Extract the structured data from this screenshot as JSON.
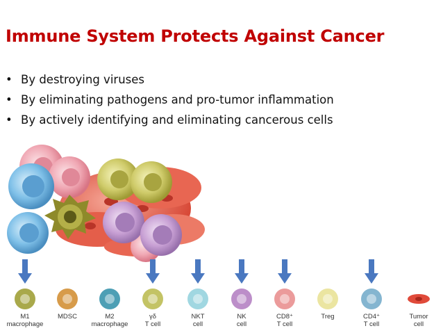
{
  "slide": {
    "title": "Immune System Protects Against Cancer",
    "bullets": [
      "By destroying viruses",
      "By eliminating pathogens and pro-tumor inflammation",
      "By actively identifying and eliminating cancerous cells"
    ]
  },
  "cells": [
    {
      "line1": "M1",
      "line2": "macrophage",
      "color": "#9a9a2c",
      "arrow": true
    },
    {
      "line1": "MDSC",
      "line2": "",
      "color": "#d08a2a",
      "arrow": false
    },
    {
      "line1": "M2",
      "line2": "macrophage",
      "color": "#2e8ea8",
      "arrow": false
    },
    {
      "line1": "γδ",
      "line2": "T cell",
      "color": "#b8b84a",
      "arrow": true
    },
    {
      "line1": "NKT",
      "line2": "cell",
      "color": "#8fd0dc",
      "arrow": true
    },
    {
      "line1": "NK",
      "line2": "cell",
      "color": "#b07ac0",
      "arrow": true
    },
    {
      "line1": "CD8⁺",
      "line2": "T cell",
      "color": "#e88a8a",
      "arrow": true
    },
    {
      "line1": "Treg",
      "line2": "",
      "color": "#e8e090",
      "arrow": false
    },
    {
      "line1": "CD4⁺",
      "line2": "T cell",
      "color": "#6fa8c8",
      "arrow": true
    },
    {
      "line1": "Tumor",
      "line2": "cell",
      "color": "#e04a3a",
      "arrow": false
    }
  ],
  "colors": {
    "title": "#c00000",
    "arrow": "#4a78c0"
  }
}
